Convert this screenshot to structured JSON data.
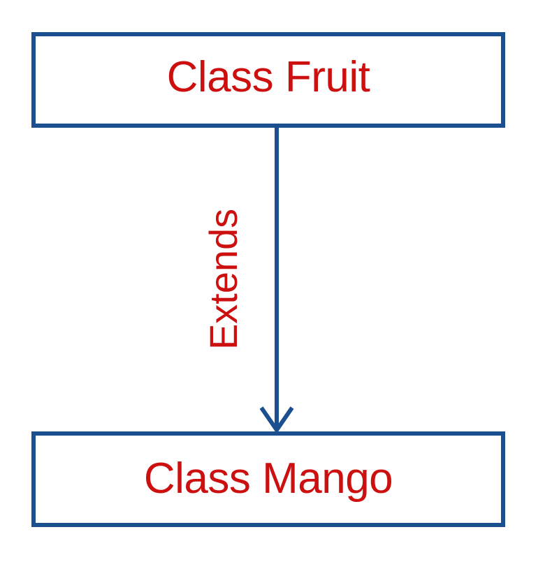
{
  "diagram": {
    "type": "uml-class-inheritance",
    "background_color": "#ffffff",
    "box_border_color": "#1b4f8f",
    "text_color": "#cc1010",
    "connector_color": "#1b4f8f",
    "nodes": [
      {
        "id": "fruit",
        "label": "Class Fruit",
        "role": "superclass",
        "icon": "rectangle-node"
      },
      {
        "id": "mango",
        "label": "Class Mango",
        "role": "subclass",
        "icon": "rectangle-node"
      }
    ],
    "edges": [
      {
        "id": "extends-edge",
        "label": "Extends",
        "from": "fruit",
        "to": "mango",
        "arrow": "open-arrow-down",
        "label_rotation": "-90deg"
      }
    ]
  }
}
